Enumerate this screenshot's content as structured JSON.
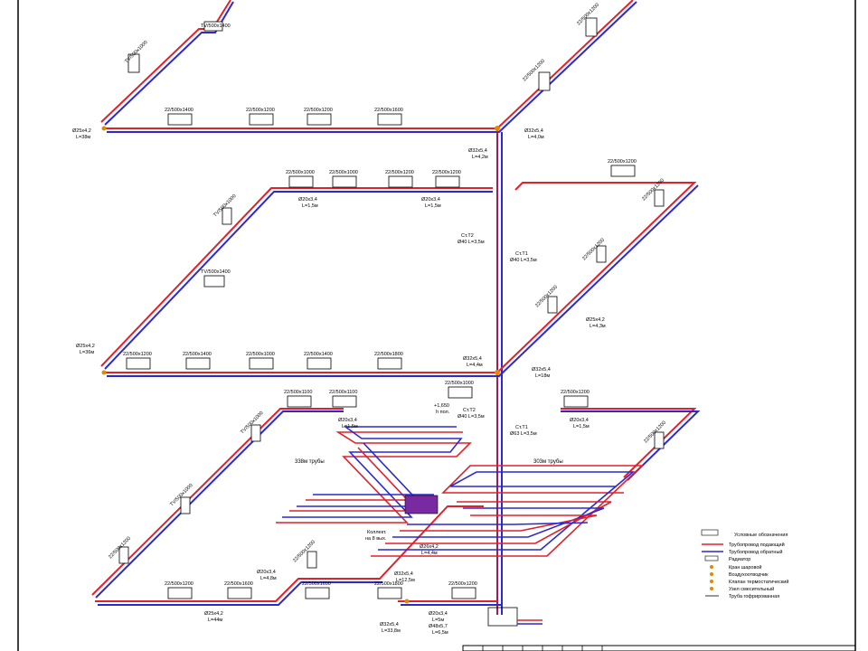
{
  "colors": {
    "supply": "#e0202a",
    "return": "#2a2ad0",
    "riser": "#a01a60",
    "line": "#000000",
    "node": "#e08a00"
  },
  "legend": {
    "title": "Условные обозначения",
    "items": [
      "Трубопровод подающий",
      "Трубопровод обратный",
      "Радиатор",
      "Кран шаровой",
      "Воздухоотводчик",
      "Клапан термостатический",
      "Узел смесительный",
      "Труба гофрированная"
    ]
  },
  "labels": {
    "rad_12": "22/500x1200",
    "rad_14": "22/500x1400",
    "rad_16": "22/500x1600",
    "rad_10": "22/500x1000",
    "rad_11": "22/500x1100",
    "rad_18": "22/500x1800",
    "rad_tv": "TV/500x1400",
    "rad_tv10": "TV/500x1000",
    "p25_38_a": "Ø25x4,2",
    "p25_38_b": "L=38м",
    "p32_4_a": "Ø32x5,4",
    "p32_4_b": "L=4,0м",
    "p32_42_a": "Ø32x5,4",
    "p32_42_b": "L=4,2м",
    "p20_15a_a": "Ø20x3,4",
    "p20_15a_b": "L=1,5м",
    "p20_15b_a": "Ø20x3,4",
    "p20_15b_b": "L=1,5м",
    "st2_a": "Ст.Т2",
    "st2_b": "Ø40 L=3,5м",
    "st1_a": "Ст.Т1",
    "st1_b": "Ø40 L=3,5м",
    "p25_43_a": "Ø25x4,2",
    "p25_43_b": "L=4,3м",
    "p25_36_a": "Ø25x4,2",
    "p25_36_b": "L=36м",
    "p32_44_a": "Ø32x5,4",
    "p32_44_b": "L=4,4м",
    "p32_18_a": "Ø32x5,4",
    "p32_18_b": "L=18м",
    "elev_a": "+1,650",
    "elev_b": "h пол.",
    "st2b_a": "Ст.Т2",
    "st2b_b": "Ø40 L=3,5м",
    "st1b_a": "Ст.Т1",
    "st1b_b": "Ø63 L=3,5м",
    "p20_15c_a": "Ø20x3,4",
    "p20_15c_b": "L=1,5м",
    "p20_15d_a": "Ø20x3,4",
    "p20_15d_b": "L=1,5м",
    "floor_left": "338м трубы",
    "floor_right": "303м трубы",
    "collector_a": "Коллект.",
    "collector_b": "на 8 вых.",
    "p26_a": "Ø26x4,2",
    "p26_b": "L=4,4м",
    "p20_48_a": "Ø20x3,4",
    "p20_48_b": "L=4,8м",
    "p32_125_a": "Ø32x5,4",
    "p32_125_b": "L=12,5м",
    "p25_44_a": "Ø25x4,2",
    "p25_44_b": "L=44м",
    "p20_5_a": "Ø20x3,4",
    "p20_5_b": "L=5м",
    "p32_339_a": "Ø32x5,4",
    "p32_339_b": "L=33,8м",
    "p48_a": "Ø48x5,7",
    "p48_b": "L=6,5м"
  }
}
